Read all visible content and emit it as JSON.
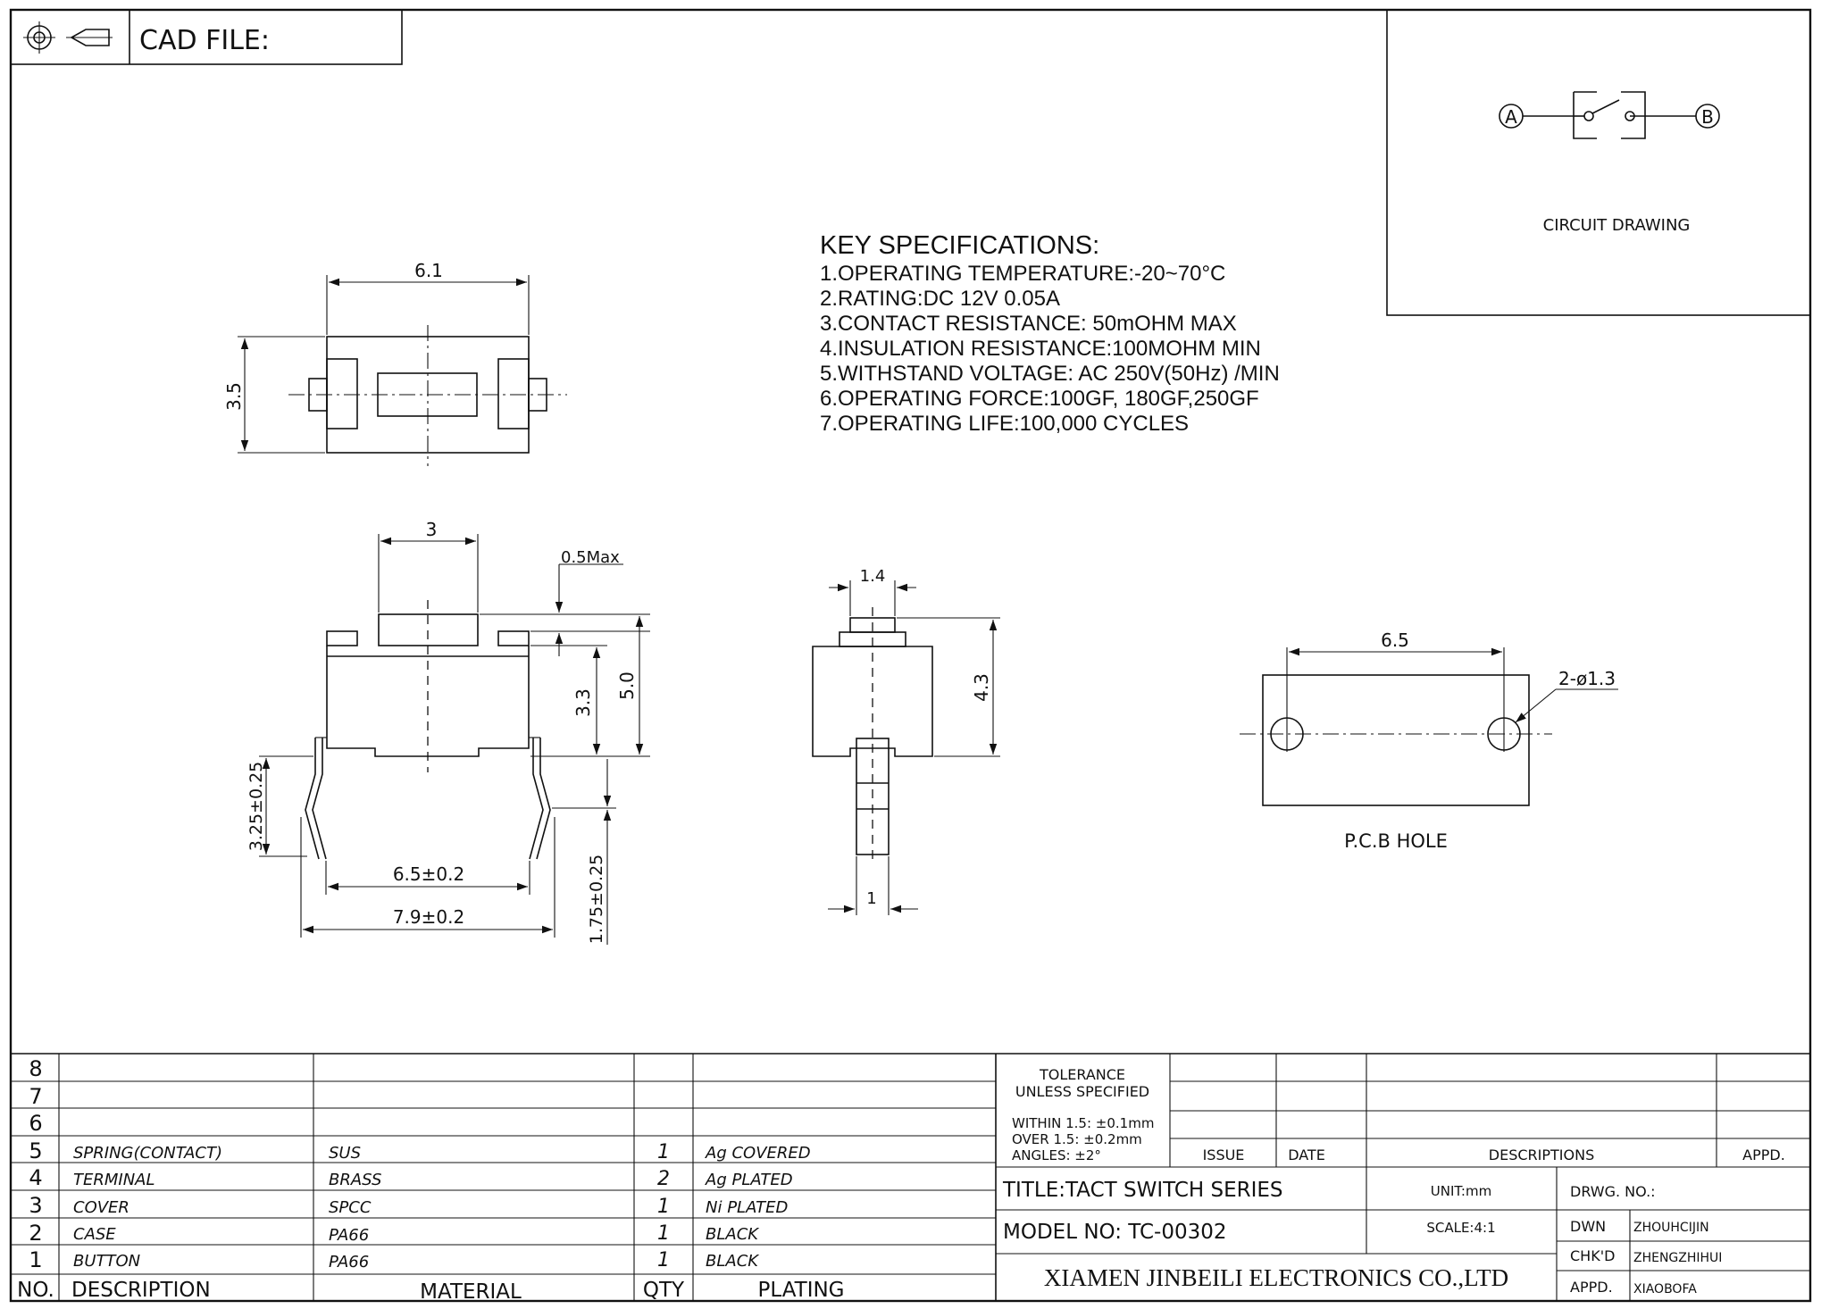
{
  "header": {
    "cad_file_label": "CAD FILE:",
    "projection_symbol": "first-angle-projection-icon"
  },
  "circuit": {
    "node_a": "A",
    "node_b": "B",
    "caption": "CIRCUIT DRAWING"
  },
  "specs": {
    "title": "KEY SPECIFICATIONS:",
    "items": [
      "1.OPERATING TEMPERATURE:-20~70°C",
      "2.RATING:DC 12V 0.05A",
      "3.CONTACT RESISTANCE: 50mOHM MAX",
      "4.INSULATION RESISTANCE:100MOHM MIN",
      "5.WITHSTAND VOLTAGE: AC 250V(50Hz) /MIN",
      "6.OPERATING FORCE:100GF, 180GF,250GF",
      "7.OPERATING LIFE:100,000 CYCLES"
    ]
  },
  "dims": {
    "top_width": "6.1",
    "top_height": "3.5",
    "btn_width": "3",
    "btn_travel": "0.5Max",
    "body_h": "3.3",
    "total_h": "5.0",
    "pin_h": "3.25±0.25",
    "pin_pitch": "6.5±0.2",
    "pin_span": "7.9±0.2",
    "pin_len": "1.75±0.25",
    "side_btn": "1.4",
    "side_h": "4.3",
    "side_pin": "1",
    "pcb_pitch": "6.5",
    "pcb_hole": "2-ø1.3",
    "pcb_caption": "P.C.B HOLE"
  },
  "bom": {
    "rows": [
      {
        "no": "8",
        "desc": "",
        "material": "",
        "qty": "",
        "plating": ""
      },
      {
        "no": "7",
        "desc": "",
        "material": "",
        "qty": "",
        "plating": ""
      },
      {
        "no": "6",
        "desc": "",
        "material": "",
        "qty": "",
        "plating": ""
      },
      {
        "no": "5",
        "desc": "SPRING(CONTACT)",
        "material": "SUS",
        "qty": "1",
        "plating": "Ag COVERED"
      },
      {
        "no": "4",
        "desc": "TERMINAL",
        "material": "BRASS",
        "qty": "2",
        "plating": "Ag PLATED"
      },
      {
        "no": "3",
        "desc": "COVER",
        "material": "SPCC",
        "qty": "1",
        "plating": "Ni PLATED"
      },
      {
        "no": "2",
        "desc": "CASE",
        "material": "PA66",
        "qty": "1",
        "plating": "BLACK"
      },
      {
        "no": "1",
        "desc": "BUTTON",
        "material": "PA66",
        "qty": "1",
        "plating": "BLACK"
      }
    ],
    "header": {
      "no": "NO.",
      "desc": "DESCRIPTION",
      "material": "MATERIAL",
      "qty": "QTY",
      "plating": "PLATING"
    }
  },
  "title_block": {
    "tolerance_1": "TOLERANCE",
    "tolerance_2": "UNLESS SPECIFIED",
    "within": "WITHIN 1.5: ±0.1mm",
    "over": "OVER 1.5:  ±0.2mm",
    "angles": "ANGLES: ±2°",
    "issue": "ISSUE",
    "date": "DATE",
    "descriptions": "DESCRIPTIONS",
    "appd_col": "APPD.",
    "title": "TITLE:TACT SWITCH SERIES",
    "model": "MODEL NO: TC-00302",
    "unit": "UNIT:mm",
    "scale": "SCALE:4:1",
    "drwg_no": "DRWG. NO.:",
    "dwn_label": "DWN",
    "dwn_name": "ZHOUHCIJIN",
    "chkd_label": "CHK'D",
    "chkd_name": "ZHENGZHIHUI",
    "appd_label": "APPD.",
    "appd_name": "XIAOBOFA",
    "company": "XIAMEN JINBEILI ELECTRONICS CO.,LTD"
  }
}
